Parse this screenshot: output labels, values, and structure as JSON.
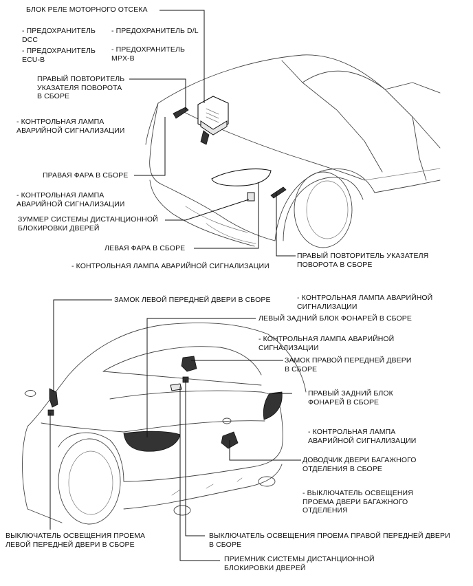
{
  "top_diagram": {
    "labels": {
      "engine_relay_block": "БЛОК РЕЛЕ МОТОРНОГО ОТСЕКА",
      "fuse_dcc": "- ПРЕДОХРАНИТЕЛЬ\nDCC",
      "fuse_ecu_b": "- ПРЕДОХРАНИТЕЛЬ\nECU-B",
      "fuse_dl": "- ПРЕДОХРАНИТЕЛЬ D/L",
      "fuse_mpx_b": "- ПРЕДОХРАНИТЕЛЬ\nMPX-B",
      "right_side_repeater": "ПРАВЫЙ ПОВТОРИТЕЛЬ\nУКАЗАТЕЛЯ ПОВОРОТА\nВ СБОРЕ",
      "hazard_lamp_1": "- КОНТРОЛЬНАЯ ЛАМПА\nАВАРИЙНОЙ СИГНАЛИЗАЦИИ",
      "right_headlamp": "ПРАВАЯ ФАРА В СБОРЕ",
      "hazard_lamp_2": "- КОНТРОЛЬНАЯ ЛАМПА\nАВАРИЙНОЙ СИГНАЛИЗАЦИИ",
      "door_lock_buzzer": "ЗУММЕР СИСТЕМЫ ДИСТАНЦИОННОЙ\nБЛОКИРОВКИ ДВЕРЕЙ",
      "left_headlamp": "ЛЕВАЯ ФАРА В СБОРЕ",
      "hazard_lamp_3": "- КОНТРОЛЬНАЯ ЛАМПА АВАРИЙНОЙ СИГНАЛИЗАЦИИ",
      "right_repeater_2": "ПРАВЫЙ ПОВТОРИТЕЛЬ УКАЗАТЕЛЯ\nПОВОРОТА В СБОРЕ"
    }
  },
  "bottom_diagram": {
    "labels": {
      "front_left_door_lock": "ЗАМОК ЛЕВОЙ ПЕРЕДНЕЙ ДВЕРИ В СБОРЕ",
      "hazard_lamp_a": "- КОНТРОЛЬНАЯ ЛАМПА АВАРИЙНОЙ\nСИГНАЛИЗАЦИИ",
      "left_rear_combo_lamp": "ЛЕВЫЙ ЗАДНИЙ БЛОК ФОНАРЕЙ В СБОРЕ",
      "hazard_lamp_b": "- КОНТРОЛЬНАЯ ЛАМПА АВАРИЙНОЙ\nСИГНАЛИЗАЦИИ",
      "front_right_door_lock": "ЗАМОК ПРАВОЙ ПЕРЕДНЕЙ ДВЕРИ\nВ СБОРЕ",
      "right_rear_combo_lamp": "ПРАВЫЙ ЗАДНИЙ БЛОК\nФОНАРЕЙ В СБОРЕ",
      "hazard_lamp_c": "- КОНТРОЛЬНАЯ ЛАМПА\nАВАРИЙНОЙ СИГНАЛИЗАЦИИ",
      "luggage_door_closer": "ДОВОДЧИК ДВЕРИ БАГАЖНОГО\nОТДЕЛЕНИЯ В СБОРЕ",
      "luggage_courtesy_switch": "- ВЫКЛЮЧАТЕЛЬ ОСВЕЩЕНИЯ\nПРОЕМА ДВЕРИ БАГАЖНОГО\nОТДЕЛЕНИЯ",
      "front_left_courtesy_switch": "ВЫКЛЮЧАТЕЛЬ ОСВЕЩЕНИЯ ПРОЕМА\nЛЕВОЙ ПЕРЕДНЕЙ ДВЕРИ В СБОРЕ",
      "front_right_courtesy_switch": "ВЫКЛЮЧАТЕЛЬ ОСВЕЩЕНИЯ ПРОЕМА ПРАВОЙ ПЕРЕДНЕЙ ДВЕРИ\nВ СБОРЕ",
      "door_lock_receiver": "ПРИЕМНИК СИСТЕМЫ ДИСТАНЦИОННОЙ\nБЛОКИРОВКИ ДВЕРЕЙ"
    }
  }
}
